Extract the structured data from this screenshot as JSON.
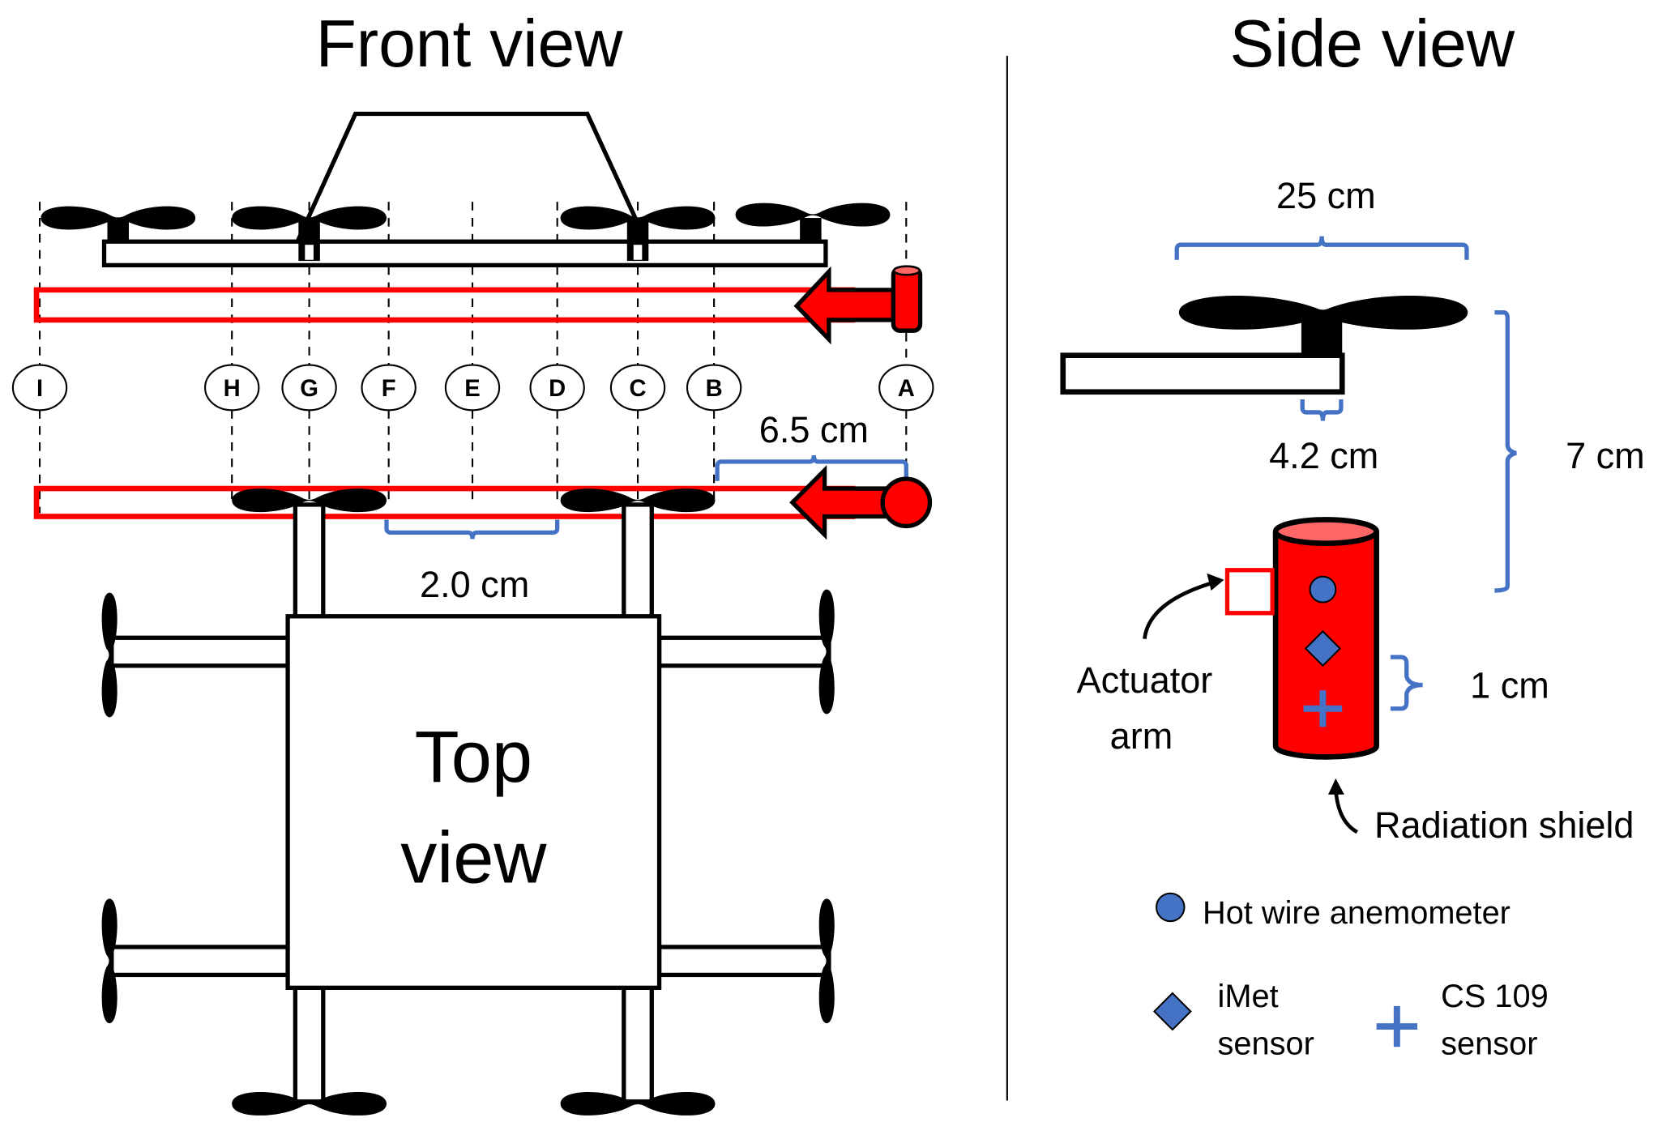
{
  "titles": {
    "front": "Front view",
    "side": "Side view",
    "top": [
      "Top",
      "view"
    ]
  },
  "positions": [
    "I",
    "H",
    "G",
    "F",
    "E",
    "D",
    "C",
    "B",
    "A"
  ],
  "dimensions": {
    "front_offset": "6.5 cm",
    "front_spacing": "2.0 cm",
    "side_span": "25 cm",
    "side_arm": "4.2 cm",
    "side_height": "7 cm",
    "sensor_spacing": "1 cm"
  },
  "annotations": {
    "actuator": [
      "Actuator",
      "arm"
    ],
    "shield": "Radiation shield"
  },
  "legend": [
    {
      "icon": "circle",
      "label": [
        "Hot wire anemometer"
      ]
    },
    {
      "icon": "diamond",
      "label": [
        "iMet",
        "sensor"
      ]
    },
    {
      "icon": "plus",
      "label": [
        "CS 109",
        "sensor"
      ]
    }
  ],
  "colors": {
    "shield": "#ff0000",
    "shield_top": "#ff6666",
    "sensor": "#4472c4",
    "dimension": "#4472c4"
  }
}
